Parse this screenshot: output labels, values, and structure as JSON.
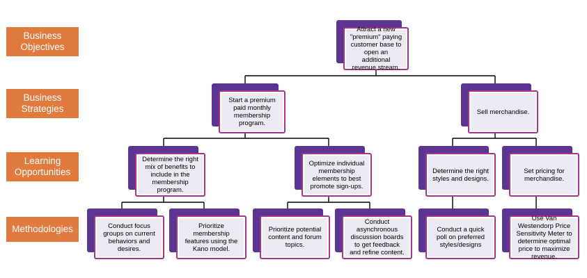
{
  "levels": [
    {
      "label": "Business\nObjectives"
    },
    {
      "label": "Business\nStrategies"
    },
    {
      "label": "Learning\nOpportunities"
    },
    {
      "label": "Methodologies"
    }
  ],
  "nodes": {
    "objective": "Attract a new \"premium\" paying customer base to open an additional revenue stream.",
    "strategy_membership": "Start a premium paid monthly membership program.",
    "strategy_merch": "Sell merchandise.",
    "learn_benefits": "Determine the right mix of benefits to include in the membership program.",
    "learn_optimize": "Optimize individual membership elements to best promote sign-ups.",
    "learn_styles": "Determine the right styles and designs.",
    "learn_pricing": "Set pricing for merchandise.",
    "method_focus": "Conduct focus groups on current behaviors and desires.",
    "method_kano": "Prioritize membership features using the Kano model.",
    "method_content": "Prioritize potential content and forum topics.",
    "method_async": "Conduct asynchronous discussion boards to get feedback and refine content.",
    "method_poll": "Conduct a quick poll on preferred styles/designs",
    "method_vanwest": "Use Van Westendorp Price Sensitivity Meter to determine optimal price to maximize revenue."
  },
  "colors": {
    "level_fill": "#e07a3f",
    "card_shadow": "#5b3591",
    "card_border": "#a3358c",
    "card_fill": "#edeaf3",
    "connector": "#000000"
  }
}
